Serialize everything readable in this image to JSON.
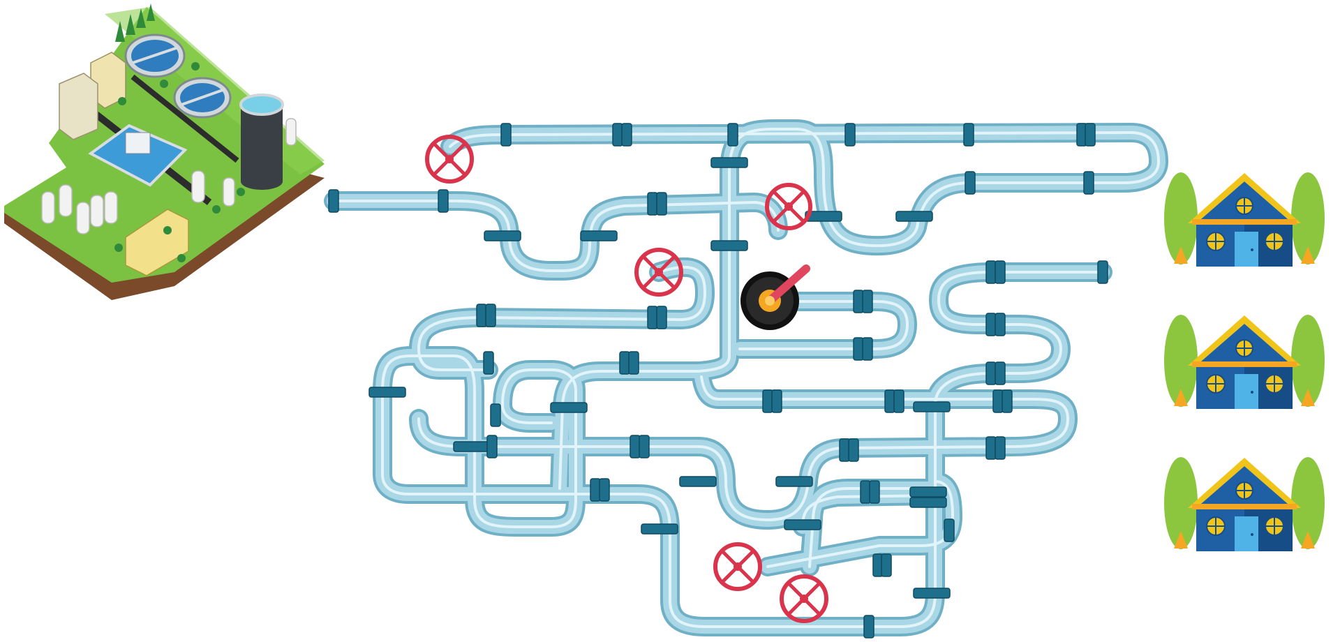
{
  "scene": {
    "background": "#ffffff",
    "pipe_colors": {
      "outer": "#6fb0c6",
      "inner": "#a9d7e6",
      "joint": "#1e6f8c"
    }
  },
  "water_plant": {
    "icon": "water-treatment-plant-icon"
  },
  "valves": [
    {
      "id": "valve-1",
      "state": "closed",
      "icon": "valve-wheel-icon",
      "color": "#d9344b"
    },
    {
      "id": "valve-2",
      "state": "closed",
      "icon": "valve-wheel-icon",
      "color": "#d9344b"
    },
    {
      "id": "valve-3",
      "state": "closed",
      "icon": "valve-wheel-icon",
      "color": "#d9344b"
    },
    {
      "id": "valve-4",
      "state": "closed",
      "icon": "valve-wheel-icon",
      "color": "#d9344b"
    },
    {
      "id": "valve-5",
      "state": "closed",
      "icon": "valve-wheel-icon",
      "color": "#d9344b"
    }
  ],
  "lever_valve": {
    "icon": "lever-valve-icon",
    "knob_color": "#f5a623",
    "handle_color": "#e0465e"
  },
  "houses": [
    {
      "id": "house-1",
      "icon": "house-icon",
      "roof_color": "#f0c419",
      "wall_color": "#1f5fa3"
    },
    {
      "id": "house-2",
      "icon": "house-icon",
      "roof_color": "#f0c419",
      "wall_color": "#1f5fa3"
    },
    {
      "id": "house-3",
      "icon": "house-icon",
      "roof_color": "#f0c419",
      "wall_color": "#1f5fa3"
    }
  ]
}
